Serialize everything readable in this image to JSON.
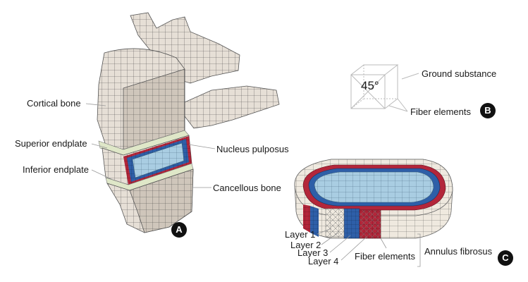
{
  "panels": {
    "A": {
      "badge": "A",
      "labels": {
        "cortical_bone": "Cortical bone",
        "superior_endplate": "Superior endplate",
        "inferior_endplate": "Inferior endplate",
        "nucleus_pulposus": "Nucleus pulposus",
        "cancellous_bone": "Cancellous bone"
      }
    },
    "B": {
      "badge": "B",
      "angle": "45°",
      "labels": {
        "ground_substance": "Ground substance",
        "fiber_elements": "Fiber elements"
      }
    },
    "C": {
      "badge": "C",
      "labels": {
        "layer1": "Layer 1",
        "layer2": "Layer 2",
        "layer3": "Layer 3",
        "layer4": "Layer 4",
        "fiber_elements": "Fiber elements",
        "annulus_fibrosus": "Annulus fibrosus"
      }
    }
  },
  "colors": {
    "bone": "#e6dfd6",
    "bone_shadow": "#cfc6bb",
    "mesh_line": "#3b3b3b",
    "nucleus": "#a9cde2",
    "annulus_blue": "#2e5fa8",
    "annulus_red": "#b3263a",
    "endplate": "#dfe7c8",
    "badge": "#111111"
  }
}
